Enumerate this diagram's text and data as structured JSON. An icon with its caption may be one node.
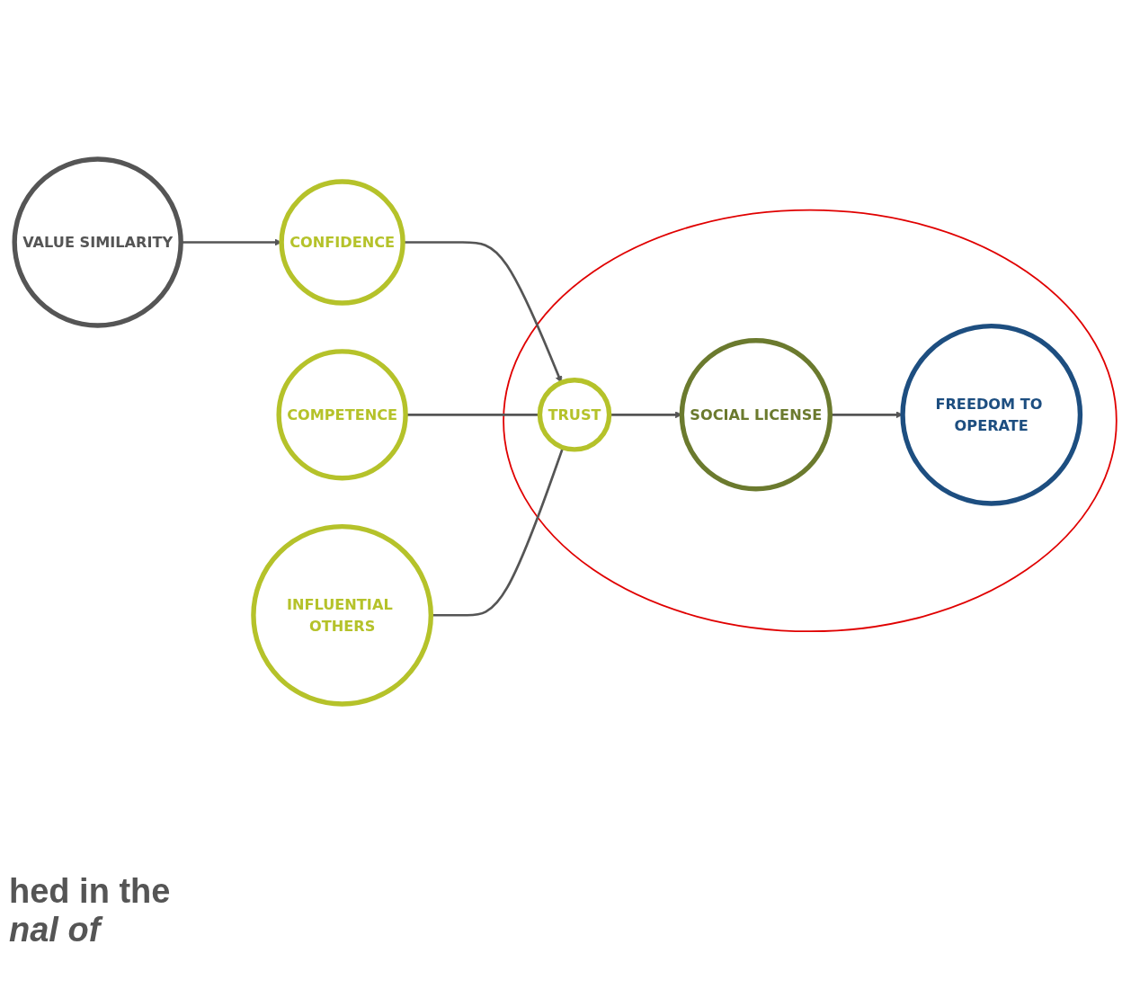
{
  "diagram": {
    "nodes": [
      {
        "text": [
          "VALUE SIMILARITY"
        ]
      },
      {
        "text": [
          "CONFIDENCE"
        ]
      },
      {
        "text": [
          "COMPETENCE"
        ]
      },
      {
        "text": [
          "INFLUENTIAL OTHERS"
        ]
      },
      {
        "text": [],
        "shape": "ellipse"
      },
      {
        "text": [
          "TRUST"
        ],
        "in": 4
      },
      {
        "text": [
          "SOCIAL LICENSE"
        ],
        "in": 4
      },
      {
        "text": [
          "FREEDOM TO OPERATE"
        ],
        "in": 4
      }
    ],
    "edges": [
      {
        "from": 0,
        "to": 1,
        "arrow": "to"
      },
      {
        "from": 1,
        "to": 5,
        "arrow": "to"
      },
      {
        "from": 2,
        "to": 5,
        "arrow": "none"
      },
      {
        "from": 3,
        "to": 5,
        "arrow": "none"
      },
      {
        "from": 5,
        "to": 6,
        "arrow": "to"
      },
      {
        "from": 6,
        "to": 7,
        "arrow": "to"
      }
    ],
    "labels": [
      "hed in the",
      "nal of"
    ]
  }
}
